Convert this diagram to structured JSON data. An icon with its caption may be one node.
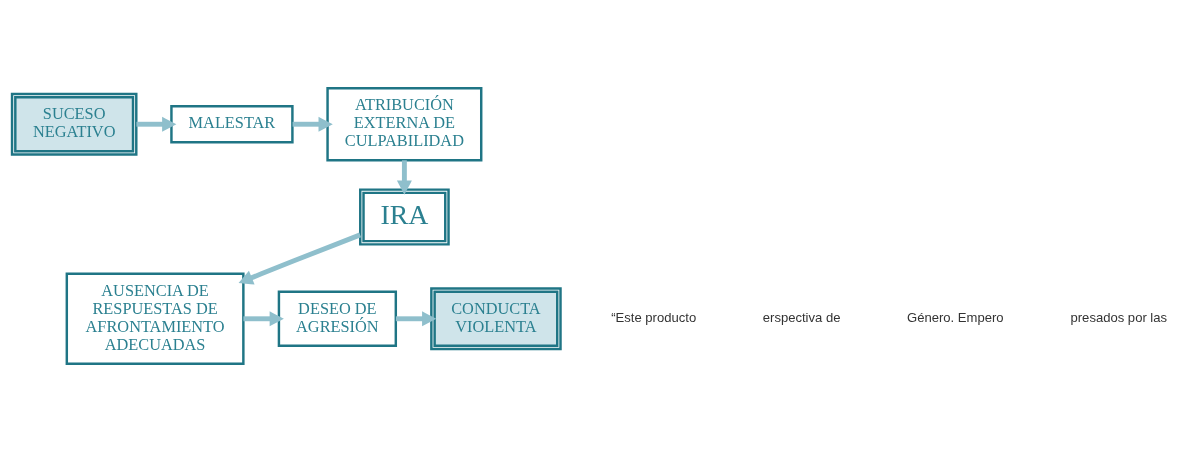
{
  "diagram": {
    "nodes": [
      {
        "text": [
          "SUCESO NEGATIVO"
        ]
      },
      {
        "text": [
          "MALESTAR"
        ]
      },
      {
        "text": [
          "ATRIBUCIÓN EXTERNA DE CULPABILIDAD"
        ]
      },
      {
        "text": [
          "IRA"
        ]
      },
      {
        "text": [
          "AUSENCIA DE RESPUESTAS DE AFRONTAMIENTO ADECUADAS"
        ]
      },
      {
        "text": [
          "DESEO DE AGRESIÓN"
        ]
      },
      {
        "text": [
          "CONDUCTA VIOLENTA"
        ]
      }
    ],
    "edges": [
      {
        "from": 0,
        "to": 1,
        "arrow": "to"
      },
      {
        "from": 1,
        "to": 2,
        "arrow": "to"
      },
      {
        "from": 2,
        "to": 3,
        "arrow": "to"
      },
      {
        "from": 3,
        "to": 4,
        "arrow": "to"
      },
      {
        "from": 4,
        "to": 5,
        "arrow": "to"
      },
      {
        "from": 5,
        "to": 6,
        "arrow": "to"
      }
    ],
    "labels": [
      "“Este producto",
      "erspectiva de",
      "Género. Empero",
      "presados por las"
    ]
  }
}
